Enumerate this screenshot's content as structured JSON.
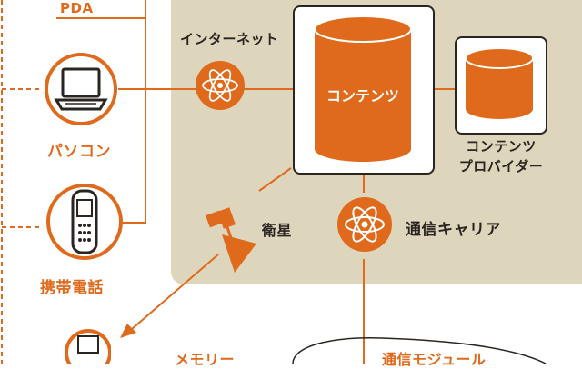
{
  "labels": {
    "pda": "PDA",
    "pc": "パソコン",
    "mobile": "携帯電話",
    "internet": "インターネット",
    "contents": "コンテンツ",
    "provider_line1": "コンテンツ",
    "provider_line2": "プロバイダー",
    "satellite": "衛星",
    "carrier": "通信キャリア",
    "memory": "メモリー",
    "module": "通信モジュール"
  },
  "colors": {
    "accent": "#e06a1c",
    "panel": "#ddd6bd",
    "text_dark": "#2a2520",
    "background": "#ffffff"
  }
}
